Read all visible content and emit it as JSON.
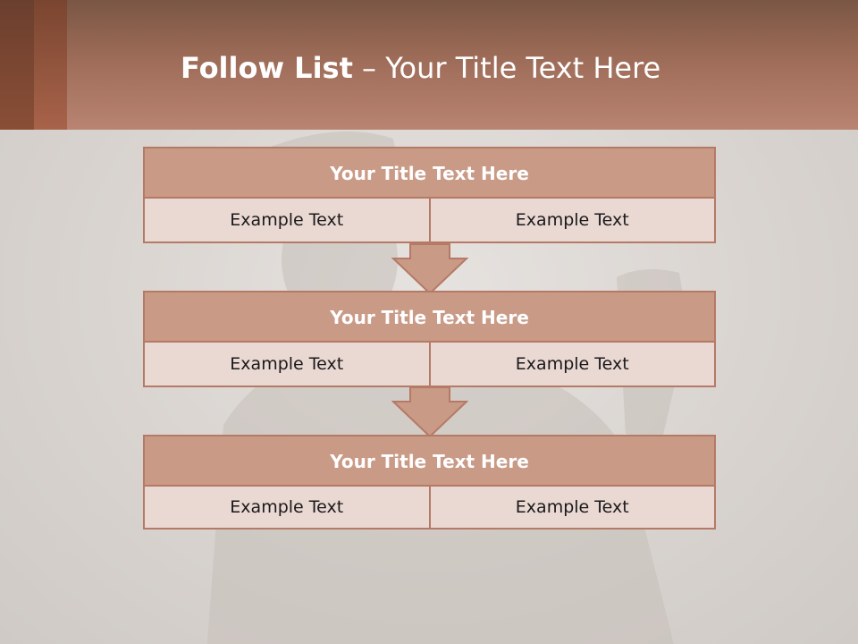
{
  "header": {
    "title_bold": "Follow List",
    "title_rest": " – Your Title Text Here"
  },
  "colors": {
    "header_band": "#b98472",
    "row_title_fill": "#c99a86",
    "cell_fill": "#ead8d3",
    "border": "#b57a66",
    "arrow_fill": "#c99a86"
  },
  "blocks": [
    {
      "title": "Your Title Text Here",
      "cells": [
        "Example Text",
        "Example Text"
      ]
    },
    {
      "title": "Your Title Text Here",
      "cells": [
        "Example Text",
        "Example Text"
      ]
    },
    {
      "title": "Your Title Text Here",
      "cells": [
        "Example Text",
        "Example Text"
      ]
    }
  ]
}
